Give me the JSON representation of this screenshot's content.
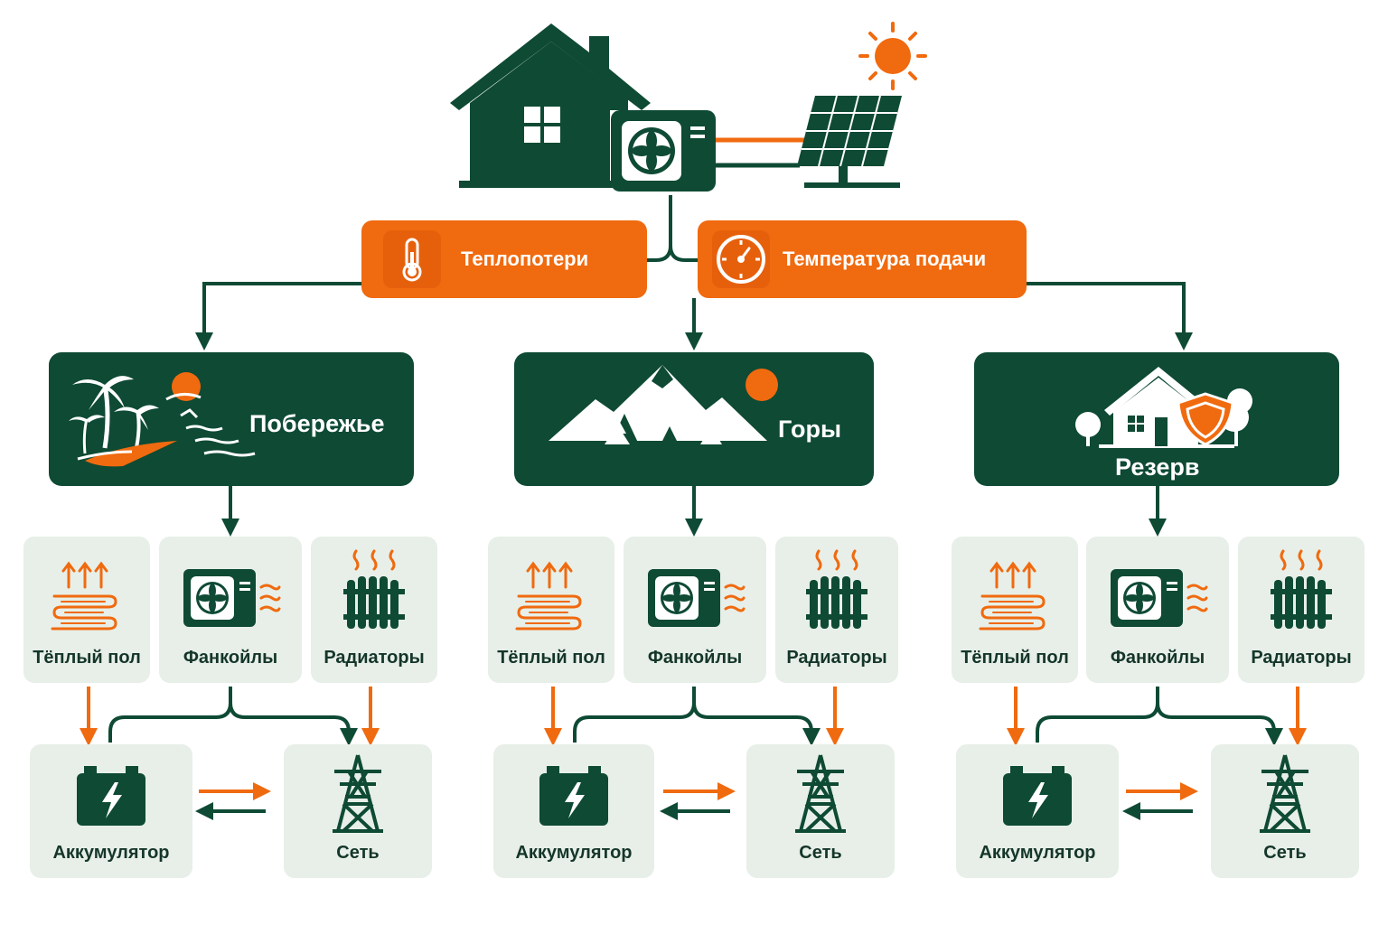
{
  "factors": [
    {
      "label": "Теплопотери",
      "icon": "thermometer-icon"
    },
    {
      "label": "Температура подачи",
      "icon": "gauge-icon"
    }
  ],
  "regions": [
    {
      "label": "Побережье",
      "icon": "palm-beach-icon"
    },
    {
      "label": "Горы",
      "icon": "mountains-icon"
    },
    {
      "label": "Резерв",
      "icon": "house-shield-icon"
    }
  ],
  "emitters": [
    {
      "label": "Тёплый пол",
      "icon": "underfloor-heating-icon"
    },
    {
      "label": "Фанкойлы",
      "icon": "fancoil-icon"
    },
    {
      "label": "Радиаторы",
      "icon": "radiator-icon"
    }
  ],
  "storage": [
    {
      "label": "Аккумулятор",
      "icon": "battery-icon"
    },
    {
      "label": "Сеть",
      "icon": "power-tower-icon"
    }
  ],
  "colors": {
    "green": "#0e4a34",
    "orange": "#f06a0f",
    "card": "#e7efe8"
  }
}
